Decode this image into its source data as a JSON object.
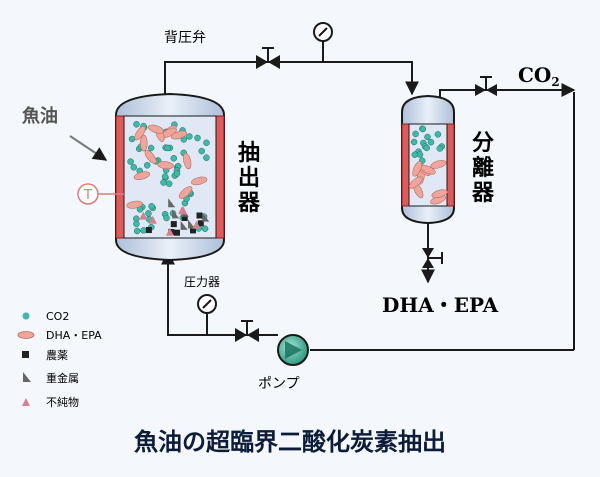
{
  "labels": {
    "back_pressure_valve": "背圧弁",
    "co2_out": "CO",
    "co2_sub": "2",
    "fish_oil": "魚油",
    "thermometer": "T",
    "extractor": [
      "抽",
      "出",
      "器"
    ],
    "separator": [
      "分",
      "離",
      "器"
    ],
    "pressure_gauge": "圧力器",
    "pump": "ポンプ",
    "product": "DHA・EPA",
    "title": "魚油の超臨界二酸化炭素抽出"
  },
  "legend": [
    {
      "symbol": "circle",
      "label": "CO2"
    },
    {
      "symbol": "ellipse",
      "label": "DHA・EPA"
    },
    {
      "symbol": "square",
      "label": "農薬"
    },
    {
      "symbol": "wedge",
      "label": "重金属"
    },
    {
      "symbol": "triangle",
      "label": "不純物"
    }
  ],
  "colors": {
    "co2": "#3fb8a8",
    "dha": "#f0a59a",
    "pesticide": "#222222",
    "metal": "#666666",
    "impurity": "#d67f8e",
    "heater": "#e05a5a",
    "pump": "#2fa88f",
    "pipe": "#1a1a1a",
    "vessel": "#c7d6ea"
  }
}
